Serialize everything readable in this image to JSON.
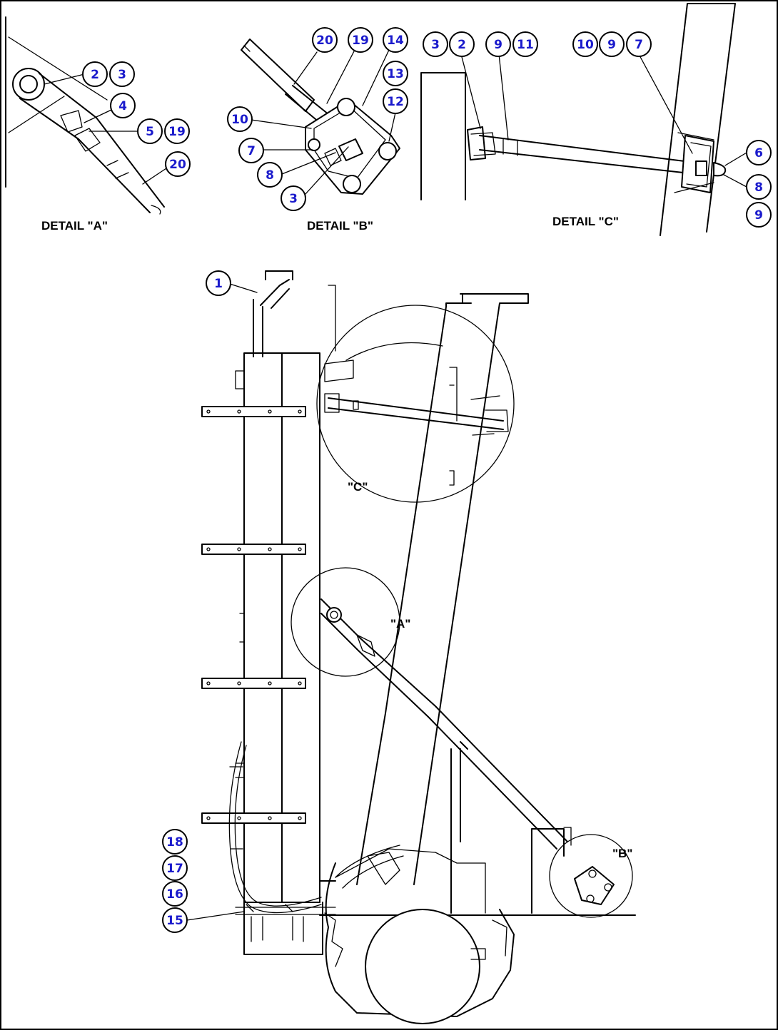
{
  "detail_labels": {
    "a": "DETAIL \"A\"",
    "b": "DETAIL \"B\"",
    "c": "DETAIL \"C\""
  },
  "circle_labels": {
    "a": "\"A\"",
    "b": "\"B\"",
    "c": "\"C\""
  },
  "callouts": {
    "a_2": "2",
    "a_3": "3",
    "a_4": "4",
    "a_5": "5",
    "a_19": "19",
    "a_20": "20",
    "b_20": "20",
    "b_19": "19",
    "b_14": "14",
    "b_13": "13",
    "b_12": "12",
    "b_10": "10",
    "b_7": "7",
    "b_8": "8",
    "b_3": "3",
    "c_3": "3",
    "c_2": "2",
    "c_9a": "9",
    "c_11": "11",
    "c_10": "10",
    "c_9b": "9",
    "c_7": "7",
    "c_6": "6",
    "c_8": "8",
    "c_9c": "9",
    "m_1": "1",
    "m_18": "18",
    "m_17": "17",
    "m_16": "16",
    "m_15": "15"
  }
}
